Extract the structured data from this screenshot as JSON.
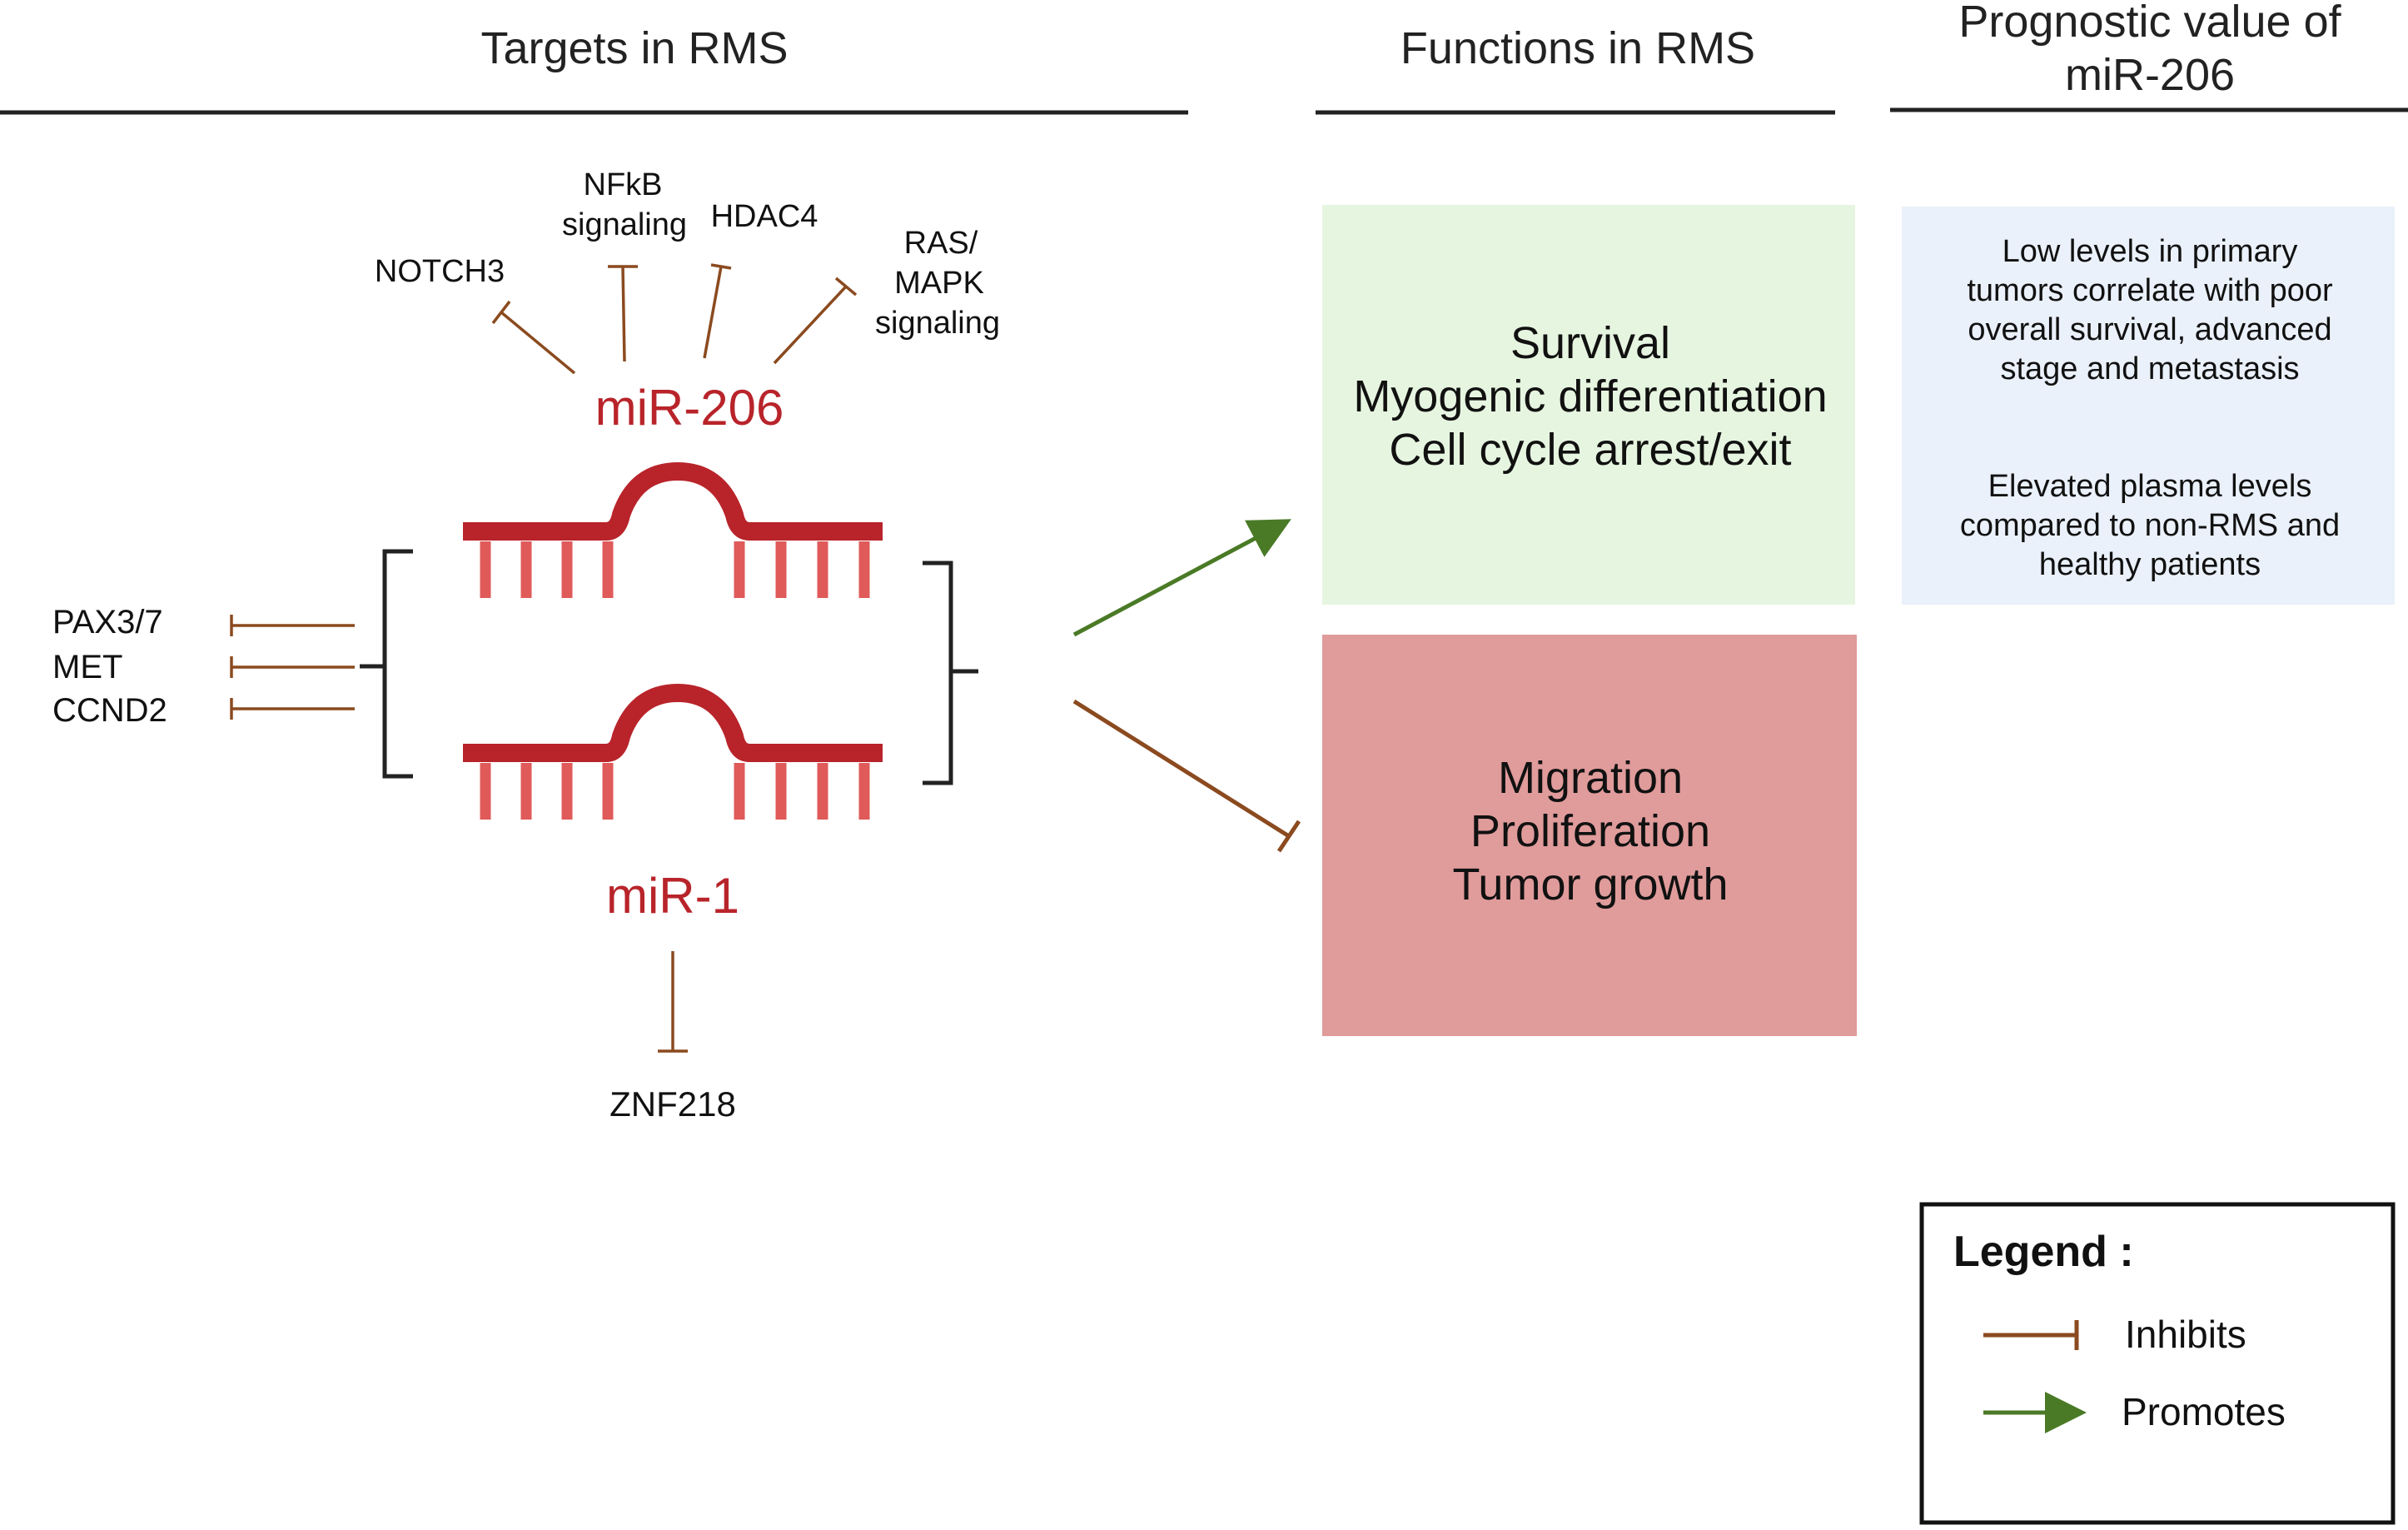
{
  "headers": {
    "targets": "Targets in RMS",
    "functions": "Functions in RMS",
    "prognostic_line1": "Prognostic value of",
    "prognostic_line2": "miR-206"
  },
  "mirnas": {
    "mir206": "miR-206",
    "mir1": "miR-1"
  },
  "targets": {
    "notch3": "NOTCH3",
    "nfkb_line1": "NFkB",
    "nfkb_line2": "signaling",
    "hdac4": "HDAC4",
    "ras_line1": "RAS/",
    "ras_line2": "MAPK",
    "ras_line3": "signaling",
    "pax": "PAX3/7",
    "met": "MET",
    "ccnd2": "CCND2",
    "znf218": "ZNF218"
  },
  "functions": {
    "promoted": [
      "Survival",
      "Myogenic differentiation",
      "Cell cycle arrest/exit"
    ],
    "inhibited": [
      "Migration",
      "Proliferation",
      "Tumor growth"
    ]
  },
  "prognostic": {
    "paragraph1": [
      "Low levels in primary",
      "tumors correlate with poor",
      "overall survival, advanced",
      "stage and metastasis"
    ],
    "paragraph2": [
      "Elevated plasma levels",
      "compared to non-RMS and",
      "healthy patients"
    ]
  },
  "legend": {
    "title": "Legend :",
    "inhibits": "Inhibits",
    "promotes": "Promotes"
  },
  "colors": {
    "inhibit_line": "#8b4a1f",
    "promote_line": "#4a7a26",
    "mirna_red": "#b8242a",
    "mirna_teeth": "#e05a5a",
    "promoted_box": "#e6f5e0",
    "inhibited_box": "#e09b9b",
    "prognostic_box": "#eaf1fa"
  }
}
